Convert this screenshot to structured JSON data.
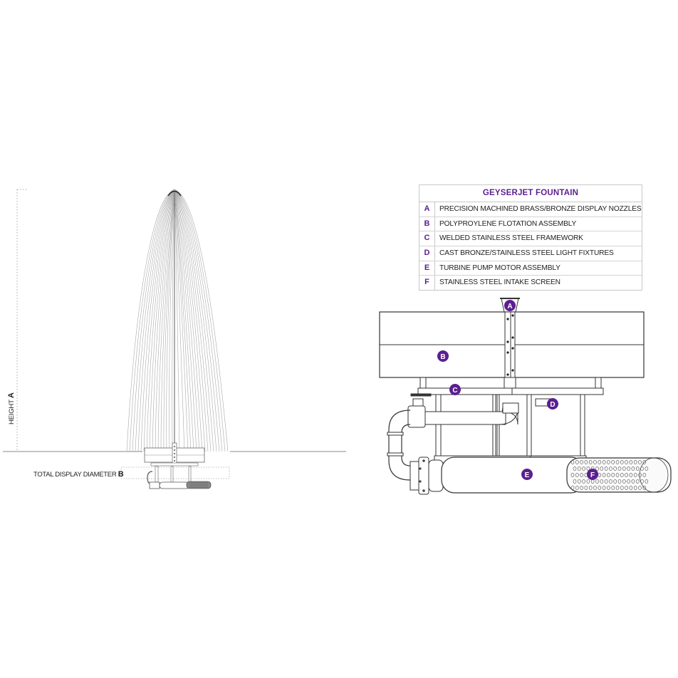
{
  "legend": {
    "title": "GEYSERJET FOUNTAIN",
    "items": [
      {
        "key": "A",
        "label": "PRECISION MACHINED BRASS/BRONZE DISPLAY  NOZZLES"
      },
      {
        "key": "B",
        "label": "POLYPROYLENE FLOTATION ASSEMBLY"
      },
      {
        "key": "C",
        "label": "WELDED STAINLESS STEEL FRAMEWORK"
      },
      {
        "key": "D",
        "label": "CAST BRONZE/STAINLESS STEEL LIGHT FIXTURES"
      },
      {
        "key": "E",
        "label": "TURBINE PUMP MOTOR ASSEMBLY"
      },
      {
        "key": "F",
        "label": "STAINLESS STEEL INTAKE SCREEN"
      }
    ]
  },
  "dimensions": {
    "height_text": "HEIGHT ",
    "height_key": "A",
    "diameter_text": "TOTAL DISPLAY DIAMETER ",
    "diameter_key": "B"
  },
  "callouts": [
    "A",
    "B",
    "C",
    "D",
    "E",
    "F"
  ],
  "colors": {
    "accent": "#5b1f8f",
    "line": "#333333",
    "spray": "#9a9a9a",
    "border": "#c8c8c8"
  }
}
